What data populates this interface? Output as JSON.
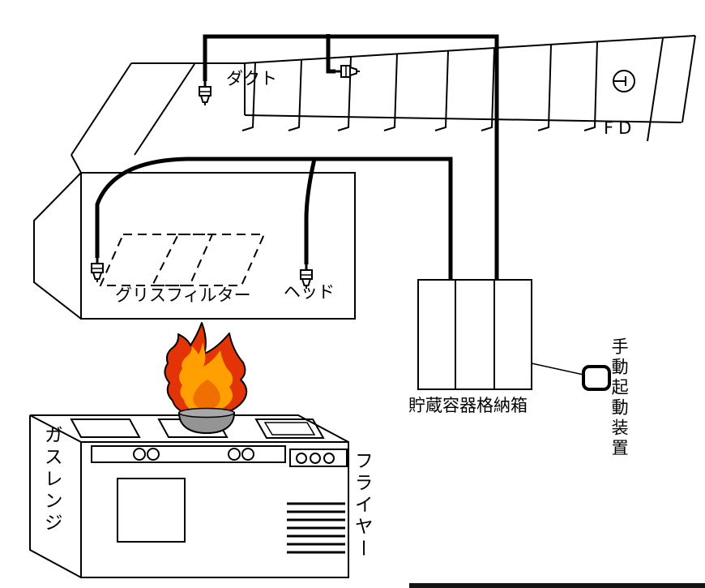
{
  "diagram": {
    "labels": {
      "duct": "ダクト",
      "fd": "FD",
      "grease_filter": "グリスフィルター",
      "head": "ヘッド",
      "storage_box": "貯蔵容器格納箱",
      "manual_device": "手動起動装置",
      "gas_range": "ガスレンジ",
      "fryer": "フライヤー"
    },
    "colors": {
      "line": "#000000",
      "flame_outer": "#e23406",
      "flame_inner": "#ffa000",
      "flame_core": "#ef7000",
      "pot": "#949494",
      "pot_rim": "#a8a8a8",
      "background": "#ffffff"
    }
  }
}
